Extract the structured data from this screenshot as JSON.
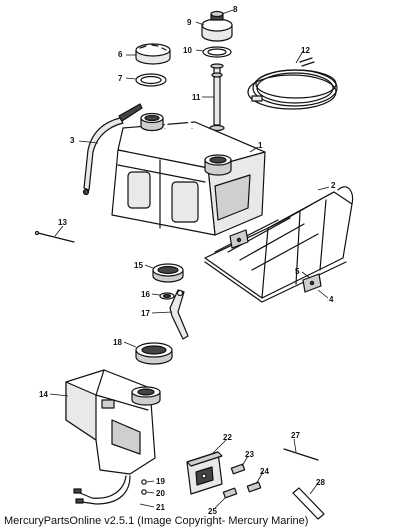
{
  "callouts": {
    "c1": "1",
    "c2": "2",
    "c3": "3",
    "c4": "4",
    "c5": "5",
    "c6": "6",
    "c7": "7",
    "c8": "8",
    "c9": "9",
    "c10": "10",
    "c11": "11",
    "c12": "12",
    "c13": "13",
    "c14": "14",
    "c15": "15",
    "c16": "16",
    "c17": "17",
    "c18": "18",
    "c19": "19",
    "c20": "20",
    "c21": "21",
    "c22": "22",
    "c23": "23",
    "c24": "24",
    "c25": "25",
    "c27": "27",
    "c28": "28"
  },
  "footer": {
    "text": "MercuryPartsOnline v2.5.1 (Image Copyright- Mercury Marine)"
  }
}
